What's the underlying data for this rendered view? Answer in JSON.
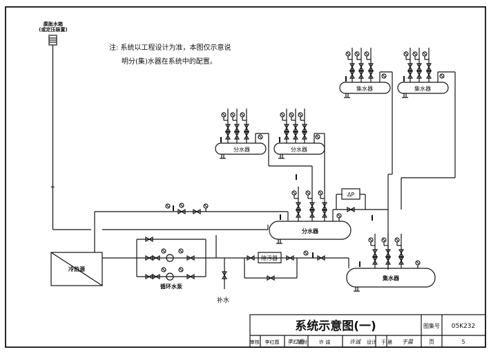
{
  "note": {
    "line1": "注: 系统以工程设计为准，本图仅示意说",
    "line2": "明分(集)水器在系统中的配置。"
  },
  "expansion_tank": {
    "label1": "膨胀水箱",
    "label2": "(或定压装置)"
  },
  "equipment": {
    "heat_exchanger": "冷热源",
    "pump_group": "循环水泵",
    "makeup_water": "补水",
    "strainer": "除污器",
    "differential_pressure": "ΔP",
    "main_distributor": "分水器",
    "main_collector": "集水器",
    "upper_distributor_1": "分水器",
    "upper_distributor_2": "分水器",
    "upper_collector_1": "集水器",
    "upper_collector_2": "集水器"
  },
  "title_block": {
    "title": "系统示意图(一)",
    "atlas_label": "图集号",
    "atlas_no": "05K232",
    "review_label": "审核",
    "reviewer": "李红霞",
    "check_label": "校对",
    "checker": "许 诚",
    "design_label": "设计",
    "designer": "于 晨",
    "page_label": "页",
    "page_no": "5",
    "sig_reviewer": "李红霞",
    "sig_checker": "许诚",
    "sig_designer": "于晨"
  }
}
